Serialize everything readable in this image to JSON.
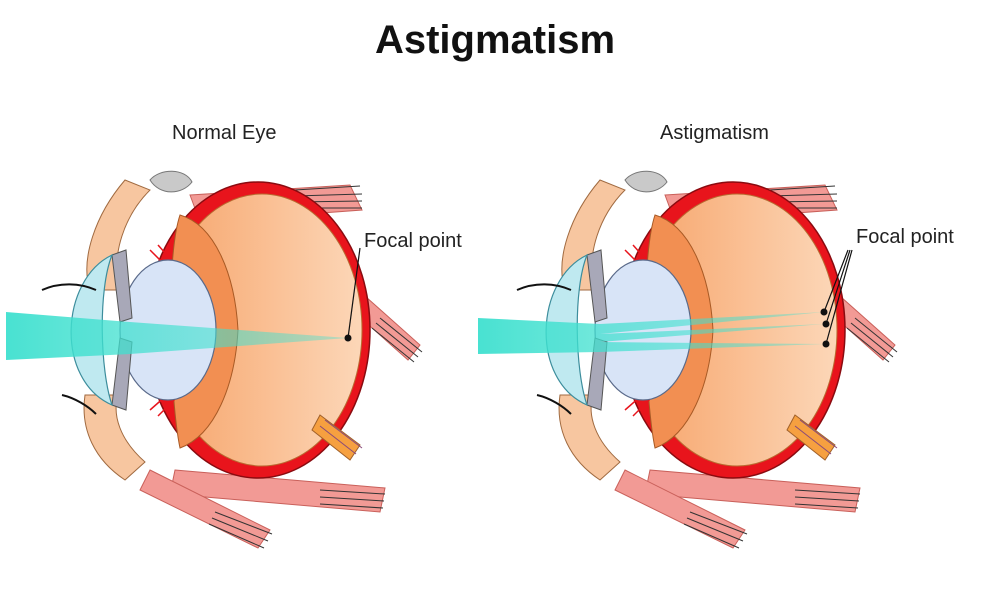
{
  "title": "Astigmatism",
  "panels": [
    {
      "label": "Normal Eye",
      "focal_label": "Focal point",
      "focal_points": 1
    },
    {
      "label": "Astigmatism",
      "focal_label": "Focal point",
      "focal_points": 3
    }
  ],
  "colors": {
    "sclera_red": "#e8141c",
    "vitreous": "#f7b27e",
    "vitreous_light": "#fbd0ad",
    "lens": "#d8e4f7",
    "cornea": "#bfe9f0",
    "iris": "#a8a8b8",
    "muscle": "#f29a95",
    "light_beam": "#3fe0cf"
  }
}
